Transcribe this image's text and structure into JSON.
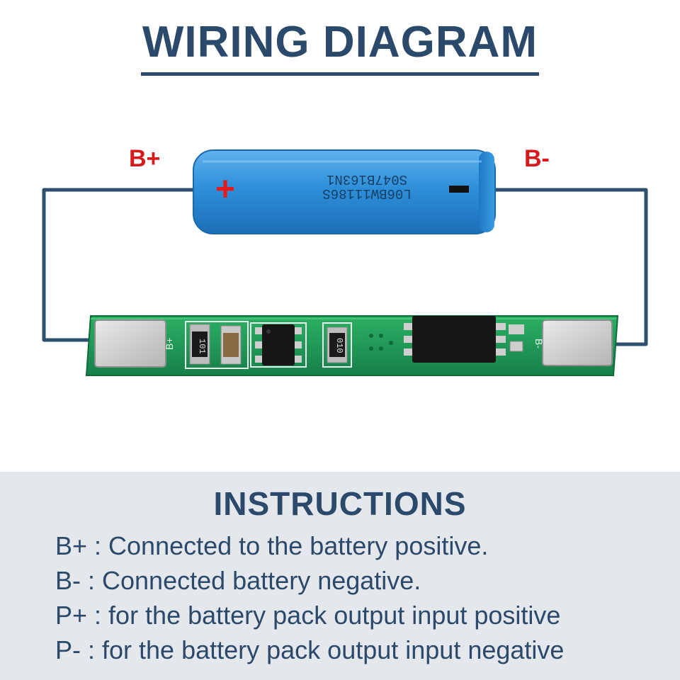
{
  "header": {
    "title": "WIRING DIAGRAM"
  },
  "diagram": {
    "label_positive": "B+",
    "label_negative": "B-",
    "battery": {
      "plus_symbol": "+",
      "print_line_1": "L06BW11186S",
      "print_line_2": "S047B163N1"
    },
    "pcb": {
      "pad_left_marking": "B+",
      "pad_right_marking": "B-",
      "resistor_1_code": "101",
      "resistor_2_code": "010"
    }
  },
  "colors": {
    "title": "#2b4a6b",
    "wire": "#2f4f6e",
    "terminal_label": "#d7191c",
    "battery": "#2e8fd8",
    "pcb": "#1f9a55",
    "panel": "#e4e7ec"
  },
  "instructions": {
    "title": "INSTRUCTIONS",
    "lines": [
      "B+ : Connected to the battery positive.",
      "B- : Connected battery negative.",
      "P+ : for the battery pack output input positive",
      "P- : for the battery pack output input negative"
    ]
  }
}
